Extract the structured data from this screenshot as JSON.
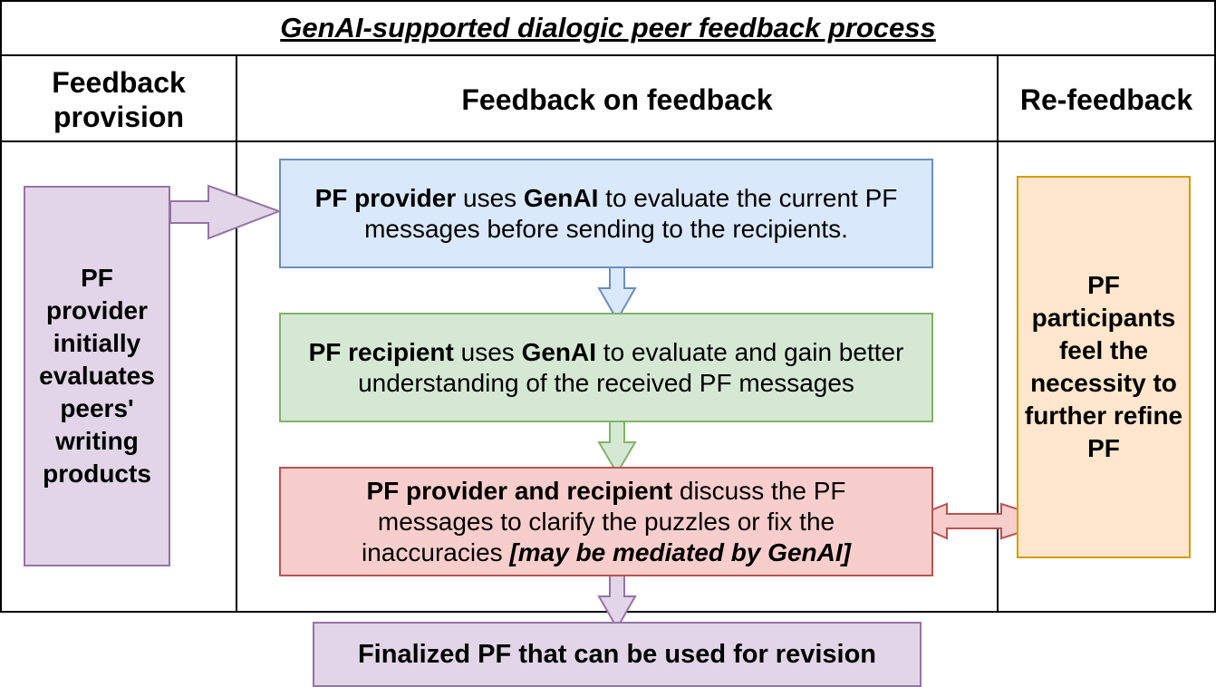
{
  "title": "GenAI-supported dialogic peer feedback process",
  "columns": {
    "provision": "Feedback provision",
    "feedback_on_feedback": "Feedback on feedback",
    "refeedback": "Re-feedback"
  },
  "boxes": {
    "initial_eval": "PF provider initially evaluates peers' writing products",
    "provider_step": {
      "bold1": "PF provider",
      "t1": " uses ",
      "bold2": "GenAI",
      "t2": " to evaluate the current PF messages before sending to the recipients."
    },
    "recipient_step": {
      "bold1": "PF recipient",
      "t1": " uses ",
      "bold2": "GenAI",
      "t2": " to evaluate and gain better understanding of the received PF messages"
    },
    "discuss_step": {
      "bold1": "PF provider and recipient",
      "t1": " discuss the PF messages to clarify the puzzles or fix the inaccuracies ",
      "italic": "[may be mediated by GenAI]"
    },
    "refeedback_box": "PF participants feel the necessity to further refine PF",
    "final": "Finalized PF that can be used for revision"
  },
  "colors": {
    "purple_fill": "#e1d5e7",
    "purple_stroke": "#9673a6",
    "blue_fill": "#dae8fc",
    "blue_stroke": "#6c8ebf",
    "green_fill": "#d5e8d4",
    "green_stroke": "#82b366",
    "red_fill": "#f8cecc",
    "red_stroke": "#b85450",
    "orange_fill": "#ffe6cc",
    "orange_stroke": "#d79b00"
  }
}
